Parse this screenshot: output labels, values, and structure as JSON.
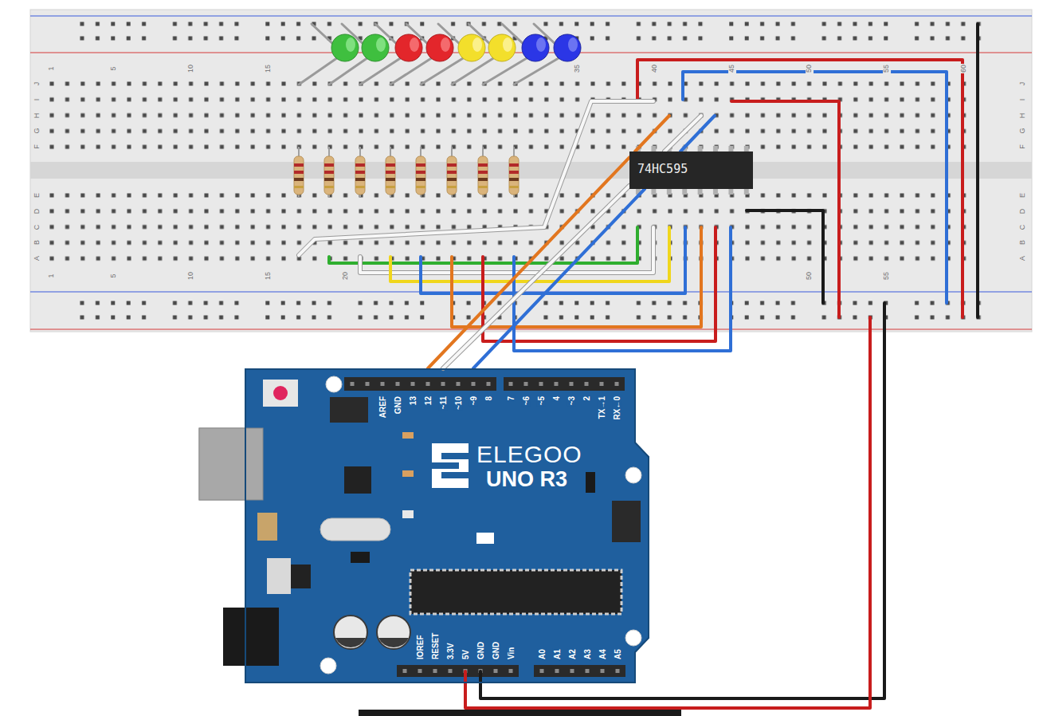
{
  "diagram": {
    "nodes": [
      {
        "text": [
          "74HC595"
        ]
      },
      {
        "text": [
          "ELEGOO",
          "UNO R3"
        ]
      }
    ],
    "edges": [
      {
        "from": 1,
        "to": 0,
        "arrow": "none"
      },
      {
        "from": 1,
        "to": 0,
        "arrow": "none"
      },
      {
        "from": 1,
        "to": 0,
        "arrow": "none"
      }
    ],
    "labels": [
      "1",
      "5",
      "10",
      "15",
      "35",
      "40",
      "45",
      "50",
      "55",
      "60",
      "J",
      "I",
      "H",
      "G",
      "F",
      "E",
      "D",
      "C",
      "B",
      "A",
      "J",
      "I",
      "H",
      "G",
      "F",
      "E",
      "D",
      "C",
      "B",
      "A",
      "1",
      "5",
      "10",
      "15",
      "20",
      "50",
      "55",
      "AREF",
      "GND",
      "13",
      "12",
      "~11",
      "~10",
      "~9",
      "8",
      "7",
      "~6",
      "~5",
      "4",
      "~3",
      "2",
      "TX→1",
      "RX←0",
      "IOREF",
      "RESET",
      "3.3V",
      "5V",
      "GND",
      "GND",
      "Vin",
      "A0",
      "A1",
      "A2",
      "A3",
      "A4",
      "A5"
    ]
  }
}
